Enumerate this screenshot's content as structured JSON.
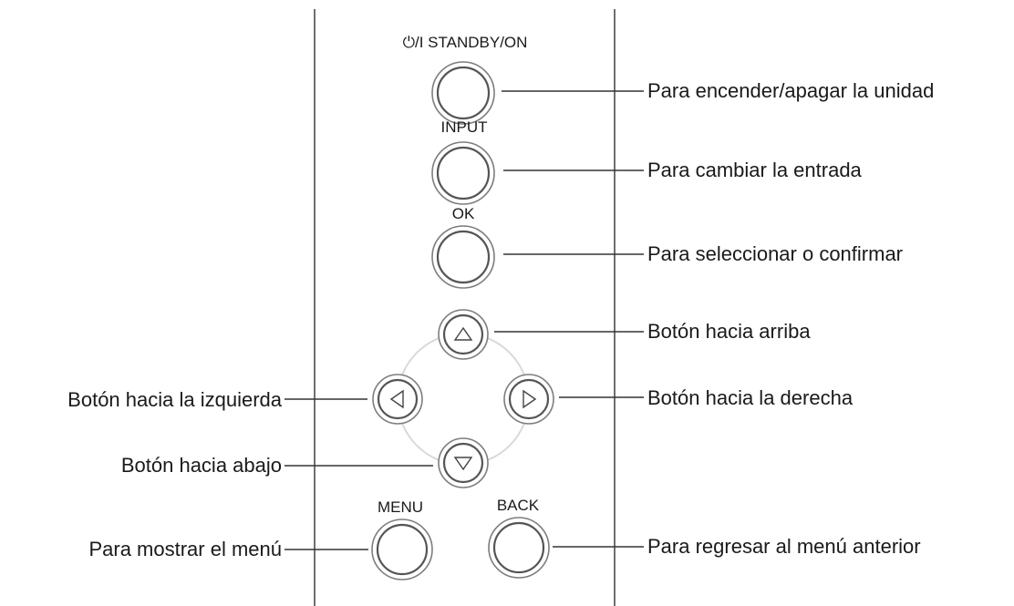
{
  "buttons": {
    "standby": {
      "label": "⏻/I STANDBY/ON",
      "callout": "Para encender/apagar la unidad"
    },
    "input": {
      "label": "INPUT",
      "callout": "Para cambiar la entrada"
    },
    "ok": {
      "label": "OK",
      "callout": "Para seleccionar o confirmar"
    },
    "up": {
      "callout": "Botón hacia arriba"
    },
    "left": {
      "callout": "Botón hacia la izquierda"
    },
    "right": {
      "callout": "Botón hacia la derecha"
    },
    "down": {
      "callout": "Botón hacia abajo"
    },
    "menu": {
      "label": "MENU",
      "callout": "Para mostrar el menú"
    },
    "back": {
      "label": "BACK",
      "callout": "Para regresar al menú anterior"
    }
  },
  "colors": {
    "line": "#333333",
    "button_ring": "#555555",
    "dpad_ring": "#d9d9d9",
    "text": "#1a1a1a"
  }
}
